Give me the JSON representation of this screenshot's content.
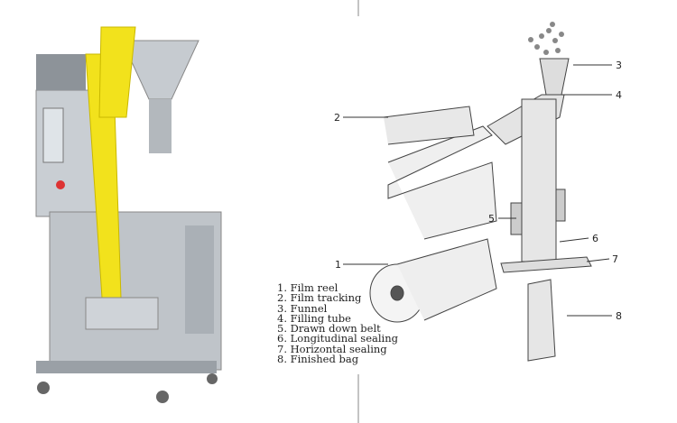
{
  "legend": [
    "1. Film reel",
    "2. Film tracking",
    "3. Funnel",
    "4. Filling tube",
    "5. Drawn down belt",
    "6. Longitudinal sealing",
    "7. Horizontal sealing",
    "8. Finished bag"
  ],
  "callouts": [
    "1",
    "2",
    "3",
    "4",
    "5",
    "6",
    "7",
    "8"
  ],
  "colors": {
    "steel": "#b9bec4",
    "film": "#f2e21c",
    "line": "#444444"
  }
}
